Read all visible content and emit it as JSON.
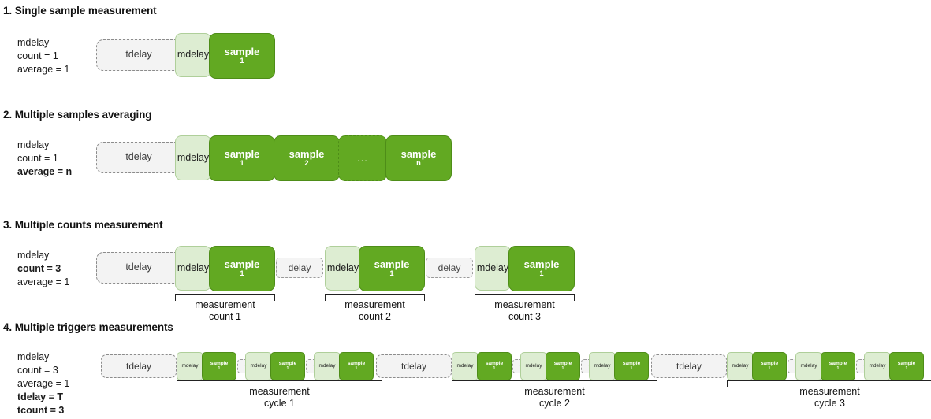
{
  "colors": {
    "sample_fill": "#62A922",
    "sample_stroke": "#4E8D18",
    "mdelay_fill": "#DDEDD2",
    "mdelay_stroke": "#AFCF9A",
    "tdelay_fill": "#F3F3F3",
    "tdelay_stroke": "#8C8C8C",
    "text": "#000000",
    "background": "#FFFFFF"
  },
  "labels": {
    "tdelay": "tdelay",
    "mdelay": "mdelay",
    "delay": "delay",
    "sample": "sample",
    "ellipsis": "...",
    "measurement": "measurement"
  },
  "sections": [
    {
      "title": "1. Single sample measurement",
      "params": [
        {
          "text": "mdelay",
          "bold": false
        },
        {
          "text": "count = 1",
          "bold": false
        },
        {
          "text": "average = 1",
          "bold": false
        }
      ],
      "blocks": [
        {
          "kind": "tdelay",
          "label": "tdelay"
        },
        {
          "kind": "mdelay",
          "label": "mdelay"
        },
        {
          "kind": "sample",
          "label": "sample",
          "sub": "1"
        }
      ]
    },
    {
      "title": "2. Multiple samples averaging",
      "params": [
        {
          "text": "mdelay",
          "bold": false
        },
        {
          "text": "count = 1",
          "bold": false
        },
        {
          "text": "average = n",
          "bold": true
        }
      ],
      "blocks": [
        {
          "kind": "tdelay",
          "label": "tdelay"
        },
        {
          "kind": "mdelay",
          "label": "mdelay"
        },
        {
          "kind": "sample",
          "label": "sample",
          "sub": "1"
        },
        {
          "kind": "sample",
          "label": "sample",
          "sub": "2"
        },
        {
          "kind": "sample-dashed",
          "label": "..."
        },
        {
          "kind": "sample",
          "label": "sample",
          "sub": "n"
        }
      ]
    },
    {
      "title": "3. Multiple counts measurement",
      "params": [
        {
          "text": "mdelay",
          "bold": false
        },
        {
          "text": "count = 3",
          "bold": true
        },
        {
          "text": "average = 1",
          "bold": false
        }
      ],
      "blocks": [
        {
          "kind": "tdelay",
          "label": "tdelay"
        },
        {
          "kind": "mdelay",
          "label": "mdelay"
        },
        {
          "kind": "sample",
          "label": "sample",
          "sub": "1"
        },
        {
          "kind": "delay",
          "label": "delay"
        },
        {
          "kind": "mdelay",
          "label": "mdelay"
        },
        {
          "kind": "sample",
          "label": "sample",
          "sub": "1"
        },
        {
          "kind": "delay",
          "label": "delay"
        },
        {
          "kind": "mdelay",
          "label": "mdelay"
        },
        {
          "kind": "sample",
          "label": "sample",
          "sub": "1"
        }
      ],
      "brackets": [
        {
          "line1": "measurement",
          "line2": "count 1"
        },
        {
          "line1": "measurement",
          "line2": "count 2"
        },
        {
          "line1": "measurement",
          "line2": "count 3"
        }
      ]
    },
    {
      "title": "4. Multiple triggers measurements",
      "params": [
        {
          "text": "mdelay",
          "bold": false
        },
        {
          "text": "count = 3",
          "bold": false
        },
        {
          "text": "average = 1",
          "bold": false
        },
        {
          "text": "tdelay = T",
          "bold": true
        },
        {
          "text": "tcount = 3",
          "bold": true
        }
      ],
      "brackets": [
        {
          "line1": "measurement",
          "line2": "cycle 1"
        },
        {
          "line1": "measurement",
          "line2": "cycle 2"
        },
        {
          "line1": "measurement",
          "line2": "cycle 3"
        }
      ]
    }
  ]
}
